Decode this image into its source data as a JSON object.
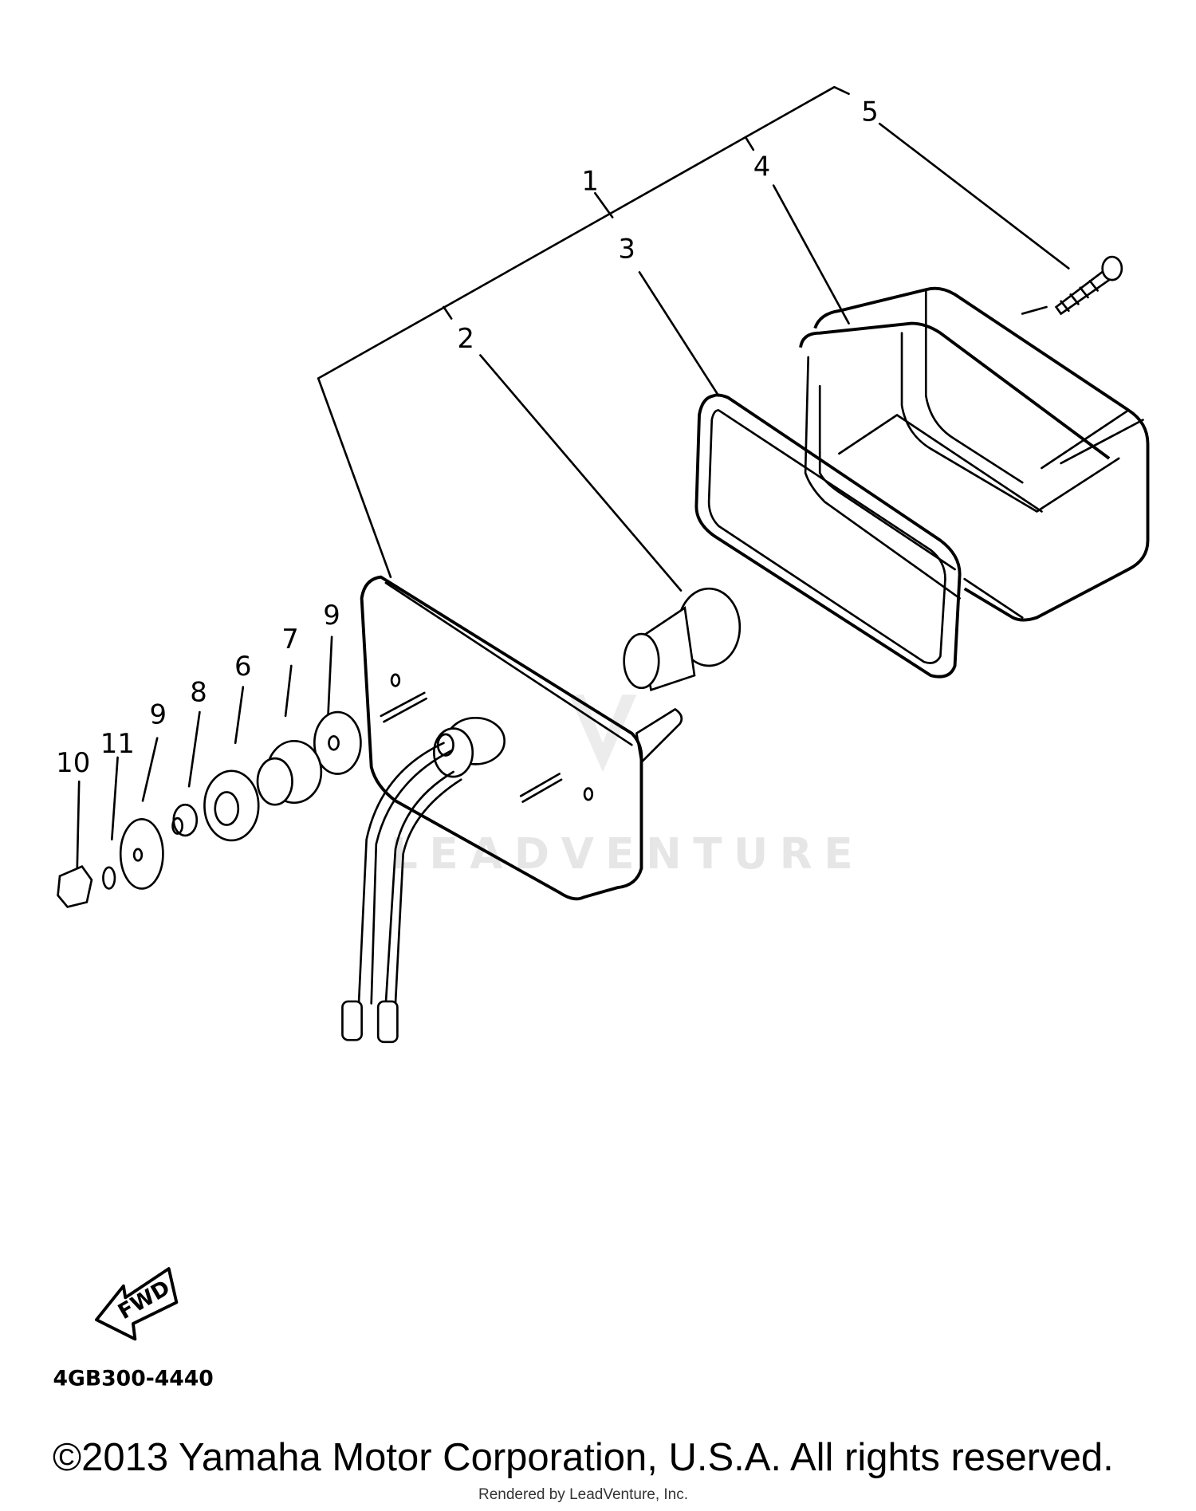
{
  "diagram": {
    "callouts": [
      "1",
      "2",
      "3",
      "4",
      "5",
      "6",
      "7",
      "8",
      "9",
      "9",
      "10",
      "11"
    ],
    "fwd_label": "FWD",
    "figure_code": "4GB300-4440",
    "watermark": "LEADVENTURE"
  },
  "footer": {
    "copyright": "©2013 Yamaha Motor Corporation, U.S.A. All rights reserved.",
    "rendered_by": "Rendered by LeadVenture, Inc."
  }
}
